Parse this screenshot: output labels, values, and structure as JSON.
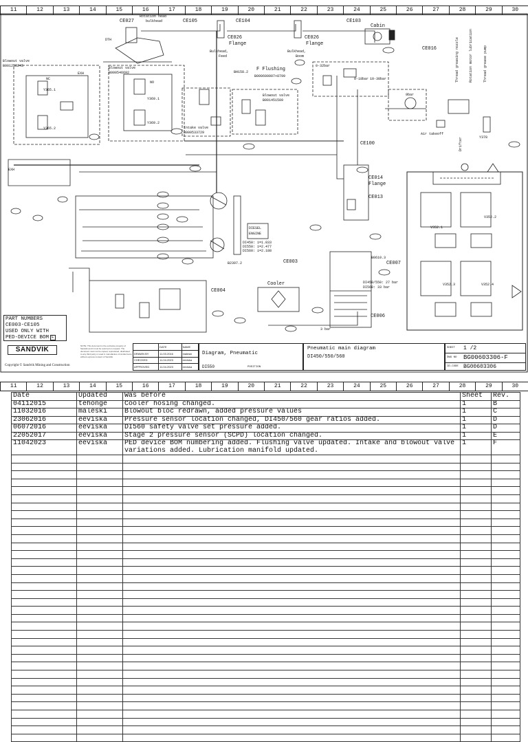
{
  "zones": [
    "11",
    "12",
    "13",
    "14",
    "15",
    "16",
    "17",
    "18",
    "19",
    "20",
    "21",
    "22",
    "23",
    "24",
    "25",
    "26",
    "27",
    "28",
    "29",
    "30"
  ],
  "diagram": {
    "labels": {
      "ce027": "CE027",
      "rotation_head": "Rotation head",
      "bulkhead_top": "bulkhead",
      "ce105": "CE105",
      "ce104": "CE104",
      "ce103": "CE103",
      "ce026a": "CE026",
      "ce026b": "CE026",
      "flange_a": "Flange",
      "flange_b": "Flange",
      "bulkhead_feed": "Bulkhead,",
      "feed": "Feed",
      "bulkhead_boom": "Bulkhead,",
      "boom": "Boom",
      "cabin": "Cabin",
      "ce016": "CE016",
      "dth": "DTH",
      "blowout_a": "Blowout valve",
      "blowout_a_no": "B001258245",
      "blowout_b": "Blowout valve",
      "blowout_b_no": "B000546692",
      "blowout_c": "Blowout valve",
      "blowout_c_no": "B001451509",
      "intake_valve": "Intake valve",
      "intake_no": "B000533729",
      "f_flushing": "F Flushing",
      "f_flushing_no": "B000600007+8799",
      "bh158": "BH158.2",
      "ce100": "CE100",
      "ce014": "CE014",
      "flange_c": "Flange",
      "ce013": "CE013",
      "air_takeoff": "Air takeoff",
      "diesel": "DIESEL",
      "engine": "ENGINE",
      "gear1": "DI450: i=1.833",
      "gear2": "DI550: i=2.477",
      "gear3": "DI560: i=2.188",
      "ce003": "CE003",
      "ce004": "CE004",
      "cooler": "Cooler",
      "ce006": "CE006",
      "ce007": "CE007",
      "b0610": "B0610.3",
      "safety_a": "DI450/550: 27 bar",
      "safety_b": "DI560: 33 bar",
      "three_bar": "3 bar",
      "b2397": "B2397.2",
      "p32bar": "0-32bar",
      "p18bar": "0-18bar",
      "p10bar": "10-30bar",
      "bar9": "9bar",
      "y369_1": "Y369.1",
      "y369_2": "Y369.2",
      "y365_1": "Y365.1",
      "y365_2": "Y365.2",
      "v352_1": "V352.1",
      "v352_2": "V352.2",
      "v352_3": "V352.3",
      "v352_4": "V352.4",
      "exh_a": "EXH",
      "exh_b": "EXH",
      "y378": "Y378",
      "no": "NO",
      "nc": "NC",
      "vert_a": "Thread greasing nozzle",
      "vert_b": "Rotation motor lubrication",
      "vert_c": "Thread grease pump",
      "vert_d": "Drifter"
    },
    "part_note": [
      "PART NUMBERS",
      "CE003-CE105",
      "USED ONLY WITH",
      "PED-DEVICE BOM"
    ],
    "part_note_tag": "F",
    "title_block": {
      "logo": "SANDVIK",
      "copyright": "Copyright © Sandvik Mining and Construction",
      "legal": "NOTE: This document is the exclusive property of Sandvik and it must be returned on request. The document must not be copied, reproduced, distributed to any third party or used in manufacture of similar items without express consent of Sandvik.",
      "sig_head_date": "DATE",
      "sig_head_name": "NAME",
      "sig_drawn": "DRAWN BY",
      "sig_drawn_date": "11.03.2016",
      "sig_drawn_name": "maleski",
      "sig_checked": "CHECKED",
      "sig_checked_date": "11.04.2023",
      "sig_checked_name": "eeviska",
      "sig_approved": "APPROVED",
      "sig_approved_date": "11.04.2023",
      "sig_approved_name": "eeviska",
      "title": "Diagram, Pneumatic",
      "model": "DI550",
      "position": "POSITION",
      "main_title": "Pneumatic main diagram",
      "main_models": "DI450/550/560",
      "sheet_cap": "SHEET",
      "sheet_val": "1 /2",
      "dwg_cap": "DWG NO",
      "dwg_val": "BG00603306-F",
      "idcode_cap": "ID-CODE",
      "idcode_val": "BG00603306"
    }
  },
  "revisions": {
    "headers": [
      "Date",
      "Updated",
      "Was before",
      "Sheet",
      "Rev."
    ],
    "rows": [
      {
        "date": "04112015",
        "updated": "tehonge",
        "was_before": "Cooler hosing changed.",
        "sheet": "1",
        "rev": "B"
      },
      {
        "date": "11032016",
        "updated": "maleski",
        "was_before": "Blowout bloc redrawn, added pressure values",
        "sheet": "1",
        "rev": "C"
      },
      {
        "date": "23062016",
        "updated": "eeviska",
        "was_before": "Pressure sensor location changed, DI450/560 gear ratios added.",
        "sheet": "1",
        "rev": "D"
      },
      {
        "date": "06072016",
        "updated": "eeviska",
        "was_before": "DI560 safety valve set pressure added.",
        "sheet": "1",
        "rev": "D"
      },
      {
        "date": "22052017",
        "updated": "eeviska",
        "was_before": "Stage 2 pressure sensor (SCPD) location changed.",
        "sheet": "1",
        "rev": "E"
      },
      {
        "date": "11042023",
        "updated": "eeviska",
        "was_before": "PED device BOM numbering added. Flushing valve updated. Intake and blowout valve variations added. Lubrication manifold updated.",
        "sheet": "1",
        "rev": "F"
      }
    ]
  }
}
